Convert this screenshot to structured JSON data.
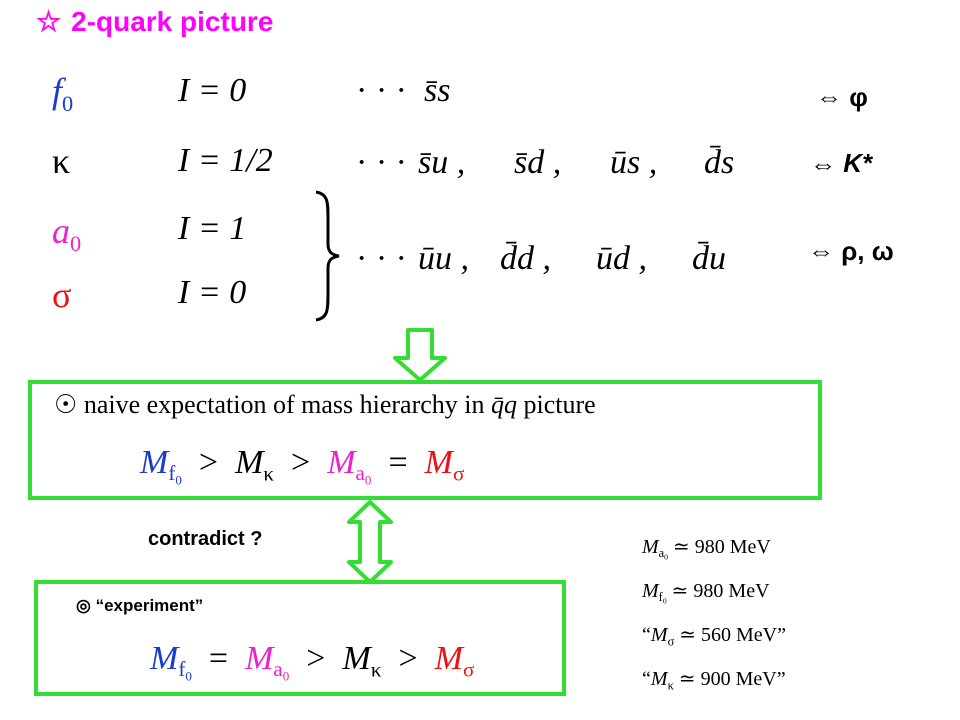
{
  "title": {
    "star": "☆",
    "text": "2-quark picture"
  },
  "rows": [
    {
      "symbol_base": "f",
      "symbol_sub": "0",
      "isospin": "I = 0",
      "dots": "· · ·",
      "quarks": [
        "s̄s"
      ],
      "partner": "⇔ φ"
    },
    {
      "symbol_base": "κ",
      "symbol_sub": "",
      "isospin": "I = 1/2",
      "dots": "· · ·",
      "quarks": [
        "s̄u ,",
        "s̄d ,",
        "ūs ,",
        "d̄s"
      ],
      "partner": "⇔ K*"
    },
    {
      "symbol_base": "a",
      "symbol_sub": "0",
      "isospin": "I = 1",
      "dots": "",
      "quarks": [],
      "partner": ""
    },
    {
      "symbol_base": "σ",
      "symbol_sub": "",
      "isospin": "I = 0",
      "dots": "",
      "quarks": [],
      "partner": ""
    }
  ],
  "shared_row": {
    "dots": "· · ·",
    "quarks": [
      "ūu ,",
      "d̄d ,",
      "ūd ,",
      "d̄u"
    ],
    "partner": "⇔ ρ, ω"
  },
  "naive_box": {
    "bullet": "☉",
    "text_before": "naive expectation of mass hierarchy in ",
    "text_qq": "q̄q",
    "text_after": " picture",
    "hierarchy": [
      {
        "M": "M",
        "sub": "f",
        "subsub": "0"
      },
      {
        "op": ">"
      },
      {
        "M": "M",
        "sub": "κ",
        "subsub": ""
      },
      {
        "op": ">"
      },
      {
        "M": "M",
        "sub": "a",
        "subsub": "0"
      },
      {
        "op": "="
      },
      {
        "M": "M",
        "sub": "σ",
        "subsub": ""
      }
    ]
  },
  "contradict_label": "contradict ?",
  "experiment_box": {
    "bullet": "◎",
    "label": "“experiment”",
    "hierarchy": [
      {
        "M": "M",
        "sub": "f",
        "subsub": "0"
      },
      {
        "op": "="
      },
      {
        "M": "M",
        "sub": "a",
        "subsub": "0"
      },
      {
        "op": ">"
      },
      {
        "M": "M",
        "sub": "κ",
        "subsub": ""
      },
      {
        "op": ">"
      },
      {
        "M": "M",
        "sub": "σ",
        "subsub": ""
      }
    ]
  },
  "mass_values": [
    {
      "prefix": "",
      "sub": "a",
      "subsub": "0",
      "value": "≃ 980 MeV",
      "suffix": ""
    },
    {
      "prefix": "",
      "sub": "f",
      "subsub": "0",
      "value": "≃ 980 MeV",
      "suffix": ""
    },
    {
      "prefix": "“",
      "sub": "σ",
      "subsub": "",
      "value": "≃ 560 MeV",
      "suffix": "”"
    },
    {
      "prefix": "“",
      "sub": "κ",
      "subsub": "",
      "value": "≃ 900 MeV",
      "suffix": "”"
    }
  ],
  "colors": {
    "title": "#ff00ff",
    "f0_symbol": "#1a3ccc",
    "a0_symbol": "#ee22cc",
    "sigma_symbol": "#ee1111",
    "box_border": "#33dd33",
    "arrow_fill": "#ffffff",
    "arrow_stroke": "#33dd33"
  },
  "icons": {
    "down_arrow": "hollow-down-arrow-icon",
    "double_arrow": "hollow-double-arrow-icon"
  }
}
